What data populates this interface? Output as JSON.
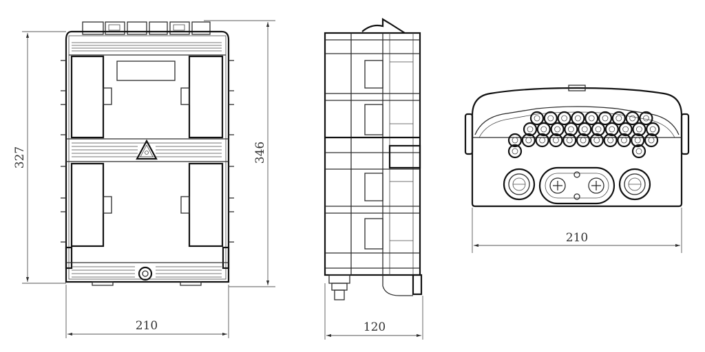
{
  "views": {
    "front": {
      "width_label": "210",
      "height_label": "327",
      "overall_label": "346"
    },
    "side": {
      "depth_label": "120"
    },
    "bottom": {
      "width_label": "210"
    }
  },
  "colors": {
    "line": "#2b2b2b",
    "dim": "#555555",
    "background": "#ffffff"
  }
}
